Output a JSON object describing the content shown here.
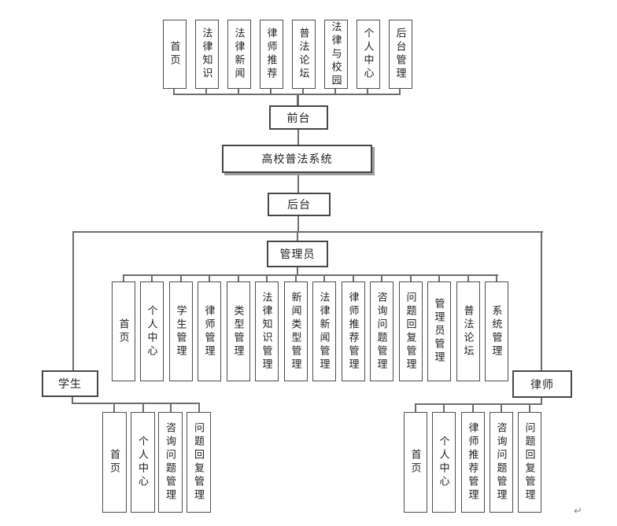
{
  "diagram": {
    "system": {
      "label": "高校普法系统"
    },
    "front": {
      "label": "前台"
    },
    "back": {
      "label": "后台"
    },
    "admin": {
      "label": "管理员"
    },
    "student": {
      "label": "学生"
    },
    "lawyer": {
      "label": "律师"
    },
    "front_modules": [
      "首页",
      "法律知识",
      "法律新闻",
      "律师推荐",
      "普法论坛",
      "法律与校园",
      "个人中心",
      "后台管理"
    ],
    "admin_modules": [
      "首页",
      "个人中心",
      "学生管理",
      "律师管理",
      "类型管理",
      "法律知识管理",
      "新闻类型管理",
      "法律新闻管理",
      "律师推荐管理",
      "咨询问题管理",
      "问题回复管理",
      "管理员管理",
      "普法论坛",
      "系统管理"
    ],
    "student_modules": [
      "首页",
      "个人中心",
      "咨询问题管理",
      "问题回复管理"
    ],
    "lawyer_modules": [
      "首页",
      "个人中心",
      "律师推荐管理",
      "咨询问题管理",
      "问题回复管理"
    ],
    "paragraph_mark": "↵"
  },
  "colors": {
    "background": "#ffffff",
    "line": "#6d6d6d",
    "box_border": "#4e4e4e",
    "shadow": "#9c9c9c",
    "text": "#212121",
    "paragraph_mark": "#8a8a8a"
  }
}
